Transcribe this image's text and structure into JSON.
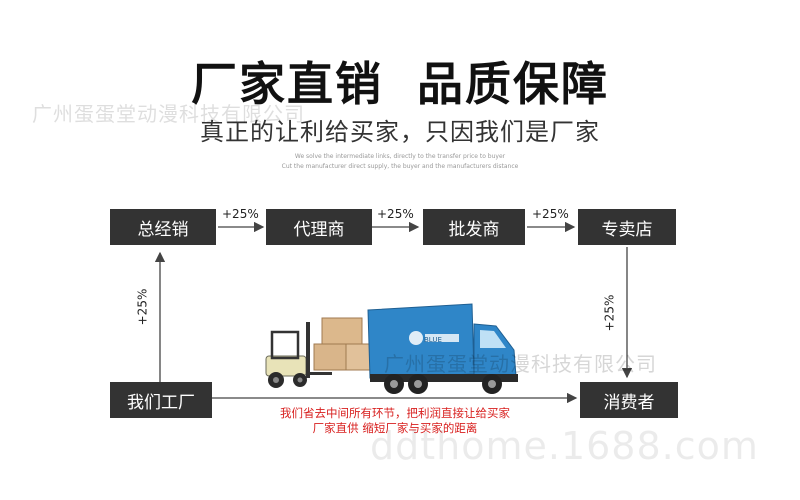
{
  "headline": {
    "part1": "厂家直销",
    "part2": "品质保障"
  },
  "subtitle": "真正的让利给买家，只因我们是厂家",
  "fine_print": [
    "We solve the intermediate links, directly to the transfer price to buyer",
    "Cut the manufacturer direct supply, the buyer and the manufacturers distance"
  ],
  "watermarks": {
    "company": "广州蛋蛋堂动漫科技有限公司",
    "site": "ddthome.1688.com"
  },
  "nodes": {
    "general_distributor": "总经销",
    "agent": "代理商",
    "wholesaler": "批发商",
    "store": "专卖店",
    "factory": "我们工厂",
    "consumer": "消费者"
  },
  "markups": {
    "factory_to_general": "+25%",
    "general_to_agent": "+25%",
    "agent_to_wholesaler": "+25%",
    "wholesaler_to_store": "+25%",
    "store_to_consumer": "+25%"
  },
  "direct_note": {
    "line1": "我们省去中间所有环节，把利润直接让给买家",
    "line2": "厂家直供 缩短厂家与买家的距离"
  },
  "truck_logo": "BLUE",
  "colors": {
    "node_bg": "#333333",
    "accent_red": "#d8201f",
    "truck_blue": "#2f86c8"
  }
}
